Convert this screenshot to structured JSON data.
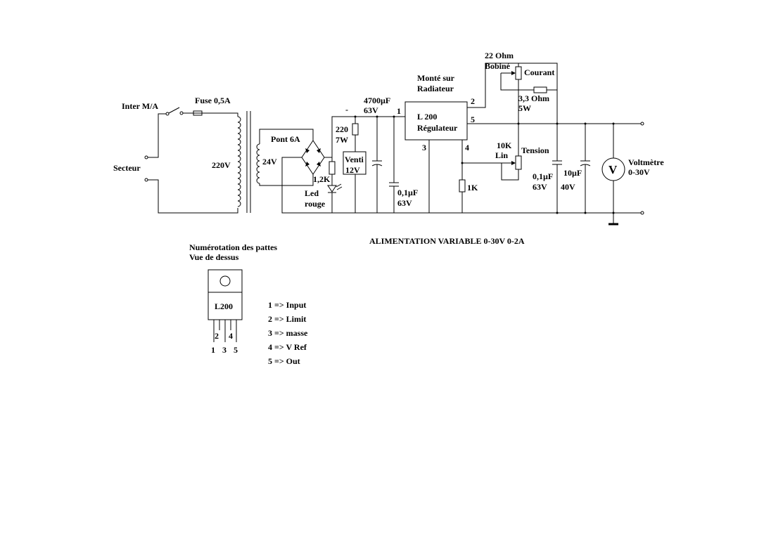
{
  "title": "ALIMENTATION VARIABLE  0-30V  0-2A",
  "labels": {
    "inter": "Inter M/A",
    "fuse": "Fuse 0,5A",
    "secteur": "Secteur",
    "mains_voltage": "220V",
    "secondary_voltage": "24V",
    "pont": "Pont 6A",
    "r_led": "1,2K",
    "led_line1": "Led",
    "led_line2": "rouge",
    "r_fan_value": "220",
    "r_fan_power": "7W",
    "fan_line1": "Venti",
    "fan_line2": "12V",
    "cap_main_value": "4700µF",
    "cap_main_voltage": "63V",
    "cap_in_value": "0,1µF",
    "cap_in_voltage": "63V",
    "monte_line1": "Monté sur",
    "monte_line2": "Radiateur",
    "reg_line1": "L 200",
    "reg_line2": "Régulateur",
    "pin1": "1",
    "pin2": "2",
    "pin3": "3",
    "pin4": "4",
    "pin5": "5",
    "r_1k": "1K",
    "r22_line1": "22 Ohm",
    "r22_line2": "Bobiné",
    "courant": "Courant",
    "r33_line1": "3,3 Ohm",
    "r33_line2": "5W",
    "pot_line1": "10K",
    "pot_line2": "Lin",
    "tension": "Tension",
    "cap_out1_value": "0,1µF",
    "cap_out1_voltage": "63V",
    "cap_out2_value": "10µF",
    "cap_out2_voltage": "40V",
    "volt_symbol": "V",
    "volt_line1": "Voltmètre",
    "volt_line2": "0-30V",
    "minus_mark": "-"
  },
  "pinout": {
    "heading_line1": "Numérotation des pattes",
    "heading_line2": "Vue de dessus",
    "chip_label": "L200",
    "pin_top_2": "2",
    "pin_top_4": "4",
    "pin_bottom_1": "1",
    "pin_bottom_3": "3",
    "pin_bottom_5": "5",
    "legend": [
      "1 => Input",
      "2 => Limit",
      "3 => masse",
      "4 => V Ref",
      "5 => Out"
    ]
  }
}
